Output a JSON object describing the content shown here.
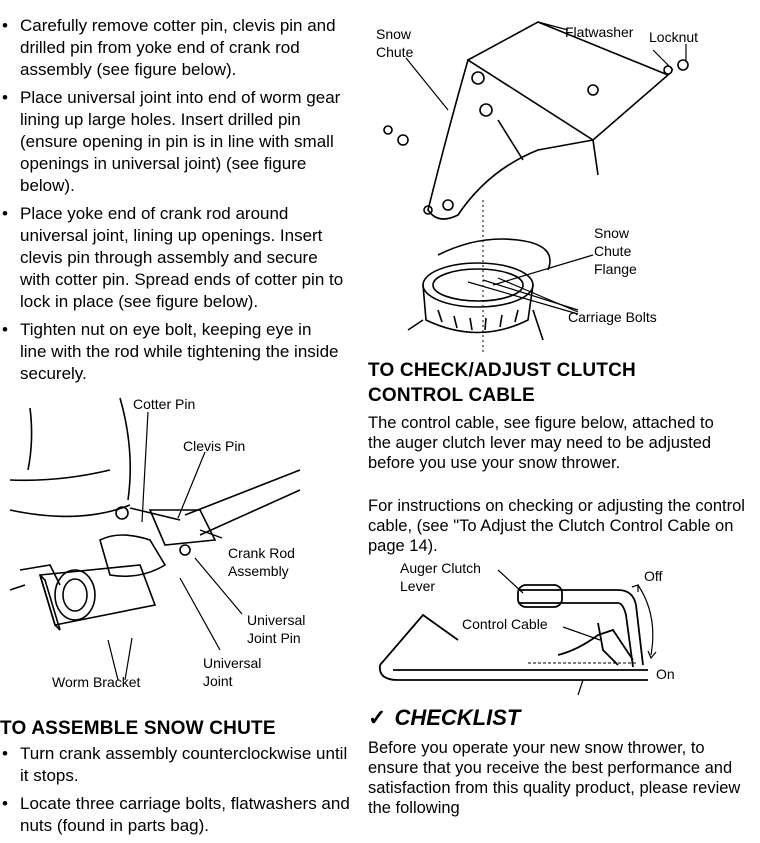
{
  "left": {
    "bullets": [
      "Carefully remove cotter pin, clevis pin and drilled pin from yoke end of crank rod assembly (see figure below).",
      "Place universal joint into end of worm gear lining up large holes. Insert drilled pin (ensure opening in pin is in line with small openings in universal joint) (see figure below).",
      "Place yoke end of crank rod around universal joint, lining up openings. Insert clevis pin through assembly and secure with cotter pin. Spread ends of cotter pin to lock in place (see figure below).",
      "Tighten nut on eye bolt, keeping eye in line with the rod while tightening the inside securely."
    ],
    "figure": {
      "cotter_pin": "Cotter Pin",
      "clevis_pin": "Clevis Pin",
      "crank_rod": "Crank Rod Assembly",
      "universal_joint_pin": "Universal Joint Pin",
      "universal_joint": "Universal Joint",
      "worm_bracket": "Worm Bracket"
    },
    "section_title": "TO ASSEMBLE SNOW CHUTE",
    "bullets2": [
      "Turn crank assembly counterclockwise until it stops.",
      "Locate three carriage bolts, flatwashers and nuts (found in parts bag)."
    ]
  },
  "right": {
    "figure": {
      "snow_chute": "Snow Chute",
      "flatwasher": "Flatwasher",
      "locknut": "Locknut",
      "snow_chute_flange": "Snow Chute Flange",
      "carriage_bolts": "Carriage Bolts"
    },
    "section_title": "TO CHECK/ADJUST CLUTCH CONTROL CABLE",
    "para1": "The control cable, see figure below, attached to the auger clutch lever may need to be adjusted before you use your snow thrower.",
    "para2": "For instructions on checking or adjusting the control cable, (see \"To Adjust the Clutch Control Cable on page 14).",
    "figure2": {
      "auger_clutch_lever": "Auger Clutch Lever",
      "off": "Off",
      "control_cable": "Control Cable",
      "on": "On"
    },
    "checklist_mark": "✓",
    "checklist_title": "CHECKLIST",
    "checklist_text": "Before you operate your new snow thrower, to ensure that you receive the best performance and satisfaction from this quality product, please review the following"
  }
}
